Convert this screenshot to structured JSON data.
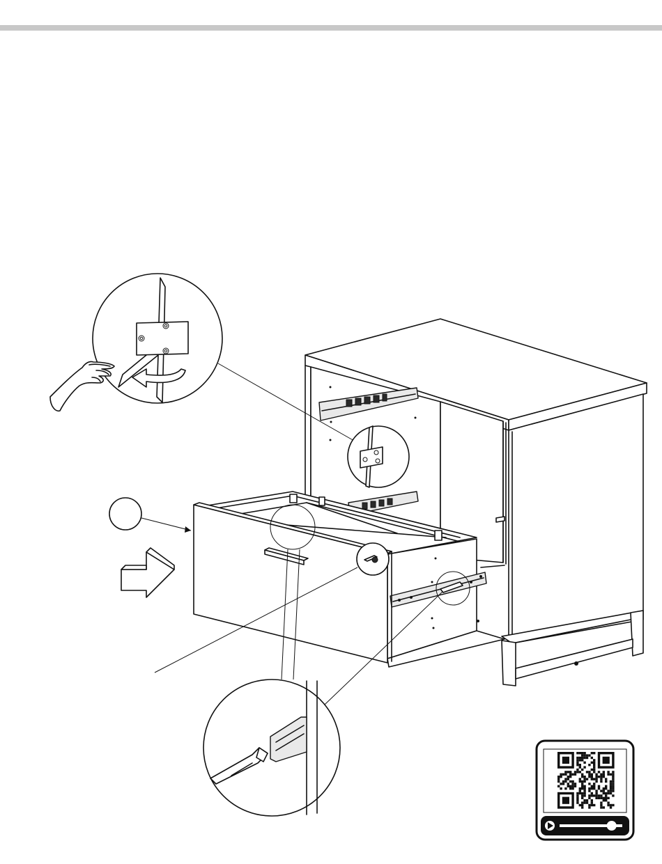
{
  "page": {
    "header_rule": "gray-rule",
    "part_callout_label": "",
    "icons": [
      "push-arrow",
      "hand",
      "rotate-arrow",
      "qr-code",
      "video-play-icon"
    ]
  },
  "qr_video": {
    "progress": 0.83,
    "accent_color": "#111111"
  },
  "colors": {
    "rule": "#c8c8c8",
    "ink": "#111111",
    "background": "#ffffff"
  }
}
